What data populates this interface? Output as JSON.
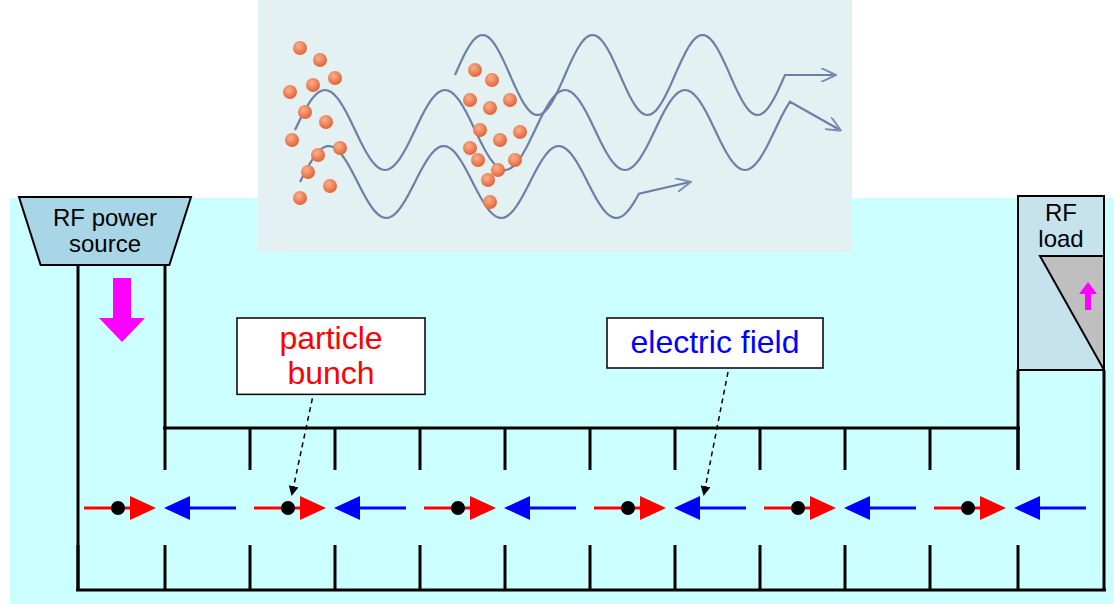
{
  "diagram": {
    "nodes": [
      {
        "text": [
          "RF power source"
        ]
      },
      {
        "text": [
          "RF load"
        ]
      },
      {
        "text": [
          "particle bunch"
        ]
      },
      {
        "text": [
          "electric field"
        ]
      }
    ]
  }
}
